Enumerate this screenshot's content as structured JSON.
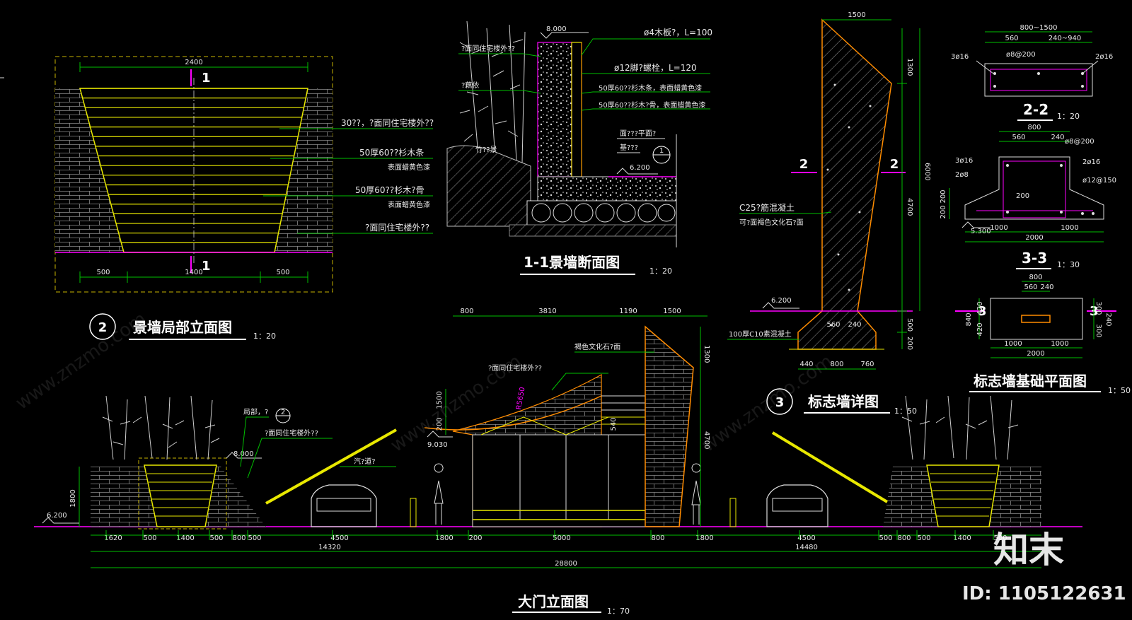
{
  "facade_detail": {
    "title": "景墙局部立面图",
    "scale": "1：20",
    "index": "2",
    "dims": {
      "top": "2400",
      "left": "500",
      "mid": "1400",
      "right": "500"
    },
    "section_mark": "1",
    "notes": [
      "30??，?面同住宅楼外??",
      "50厚60??杉木条",
      "表面蜡黄色漆",
      "50厚60??杉木?骨",
      "表面蜡黄色漆",
      "?面同住宅楼外??"
    ]
  },
  "section_1_1": {
    "title": "1-1景墙断面图",
    "scale": "1：20",
    "elev_top": "8.000",
    "elev_bottom": "6.200",
    "index_sheet": "1",
    "left_notes": [
      "?面同住宅楼外??",
      "?藕依",
      "竹??景"
    ],
    "right_notes": [
      "ø4木板?，L=100",
      "ø12脚?螺栓，L=120",
      "50厚60??杉木条，表面蜡黄色漆",
      "50厚60??杉木?骨，表面蜡黄色漆"
    ],
    "base_notes": [
      "面???平面?",
      "基???"
    ]
  },
  "sign_wall": {
    "title": "标志墙详图",
    "scale": "1：50",
    "index": "3",
    "top_dim": "1500",
    "right_dims": [
      "1300",
      "4700",
      "6000",
      "500",
      "200"
    ],
    "section_mark": "2",
    "elev": "6.200",
    "notes": [
      "C25?筋混凝土",
      "可?面褐色文化石?面",
      "100厚C10素混凝土"
    ],
    "base_dims": [
      "440",
      "800",
      "760"
    ],
    "inner_dims": [
      "560",
      "240"
    ]
  },
  "sec_2_2": {
    "title": "2-2",
    "scale": "1：20",
    "dims": [
      "800~1500",
      "560",
      "240~940"
    ],
    "labels": [
      "3ø16",
      "ø8@200",
      "2ø16"
    ]
  },
  "sec_3_3": {
    "title": "3-3",
    "scale": "1：30",
    "dims": [
      "800",
      "560",
      "240",
      "1000",
      "1000",
      "2000"
    ],
    "labels": [
      "3ø16",
      "2ø8",
      "2ø16",
      "ø8@200",
      "ø12@150"
    ],
    "side_dims": [
      "200",
      "200",
      "200"
    ],
    "elev": "5.300"
  },
  "foundation_plan": {
    "title": "标志墙基础平面图",
    "scale": "1：50",
    "dims": [
      "800",
      "560",
      "240",
      "1000",
      "1000",
      "2000"
    ],
    "side_dims": [
      "840",
      "420",
      "420",
      "300",
      "240",
      "300"
    ],
    "mark": "3"
  },
  "gate_elevation": {
    "title": "大门立面图",
    "scale": "1：70",
    "top_dims": [
      "800",
      "3810",
      "1190",
      "1500"
    ],
    "bottom_dims_row1": [
      "1620",
      "500",
      "1400",
      "500",
      "800",
      "500",
      "4500",
      "1800",
      "200",
      "5000",
      "800",
      "1800",
      "4500",
      "500",
      "800",
      "500",
      "1400",
      "500"
    ],
    "total_left": "14320",
    "total_right": "14480",
    "total": "28800",
    "labels": [
      "局部，?",
      "?面同住宅楼外??",
      "汽?道?",
      "?面同住宅楼外??",
      "褐色文化石?面"
    ],
    "local_index": "2",
    "elevs": [
      "8.000",
      "6.200",
      "9.030"
    ],
    "side_dims": [
      "1800",
      "1500",
      "200",
      "540",
      "1300",
      "4700"
    ],
    "radius": "R5650"
  },
  "watermark": {
    "brand": "知末",
    "id": "ID: 1105122631",
    "ghost": "www.znzmo.com"
  },
  "colors": {
    "background": "#000000",
    "yellow": "#e8e800",
    "green": "#00c000",
    "magenta": "#ff00ff",
    "orange": "#ff8c00",
    "white": "#e8e8e8",
    "gray": "#9a9a9a",
    "dashed_frame": "#c8b400"
  }
}
